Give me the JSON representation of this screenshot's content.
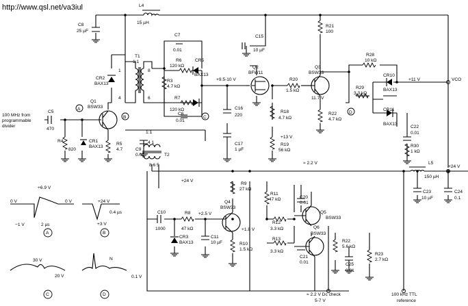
{
  "header": {
    "url": "http://www.qsl.net/va3iul"
  },
  "labels": {
    "L4": "L4",
    "L4_val": "15 µH",
    "C8": "C8",
    "C8_val": "25 µF",
    "C7": "C7",
    "C7_val": "0.01",
    "C15": "C15",
    "C15_val": "10 µF",
    "R21": "R21",
    "R21_val": "100",
    "T1": "T1",
    "T1_ratio": "1:1",
    "pin1": "1",
    "pin8": "8",
    "pin4": "4",
    "pin6": "6",
    "R6": "R6",
    "R6_val": "120 kΩ",
    "CR5": "CR5",
    "CR5_type": "BAX13",
    "R3": "R3",
    "R3_val": "4.7 kΩ",
    "R7": "R7",
    "R7_val": "120 kΩ",
    "C6": "C6",
    "C6_val": "0.01",
    "CR2": "CR2",
    "CR2_type": "BAX13",
    "v_9_10": "+9.5-10 V",
    "Q2": "Q2",
    "Q2_type": "BFW11",
    "R20": "R20",
    "R20_val": "1.5 kΩ",
    "Q3": "Q3",
    "Q3_type": "BSW33",
    "v_11_7": "11.7 V",
    "R28": "R28",
    "R28_val": "10 kΩ",
    "CR10": "CR10",
    "CR10_type": "BAX13",
    "R29": "R29",
    "R29_val": "3.3 kΩ",
    "v_11": "+11 V",
    "vco": "VCO",
    "CR11": "CR11",
    "CR11_type": "BAX13",
    "C22": "C22",
    "C22_val": "0.01",
    "R30": "R30",
    "R30_val": "1 kΩ",
    "R22": "R22",
    "R22_val": "4.7 kΩ",
    "C16": "C16",
    "C16_val": "220",
    "R18": "R18",
    "R18_val": "4.7 kΩ",
    "v_13": "+13 V",
    "C17": "C17",
    "C17_val": "1 µF",
    "R19": "R19",
    "R19_val": "56 kΩ",
    "input_1": "100 MHz from",
    "input_2": "programmable",
    "input_3": "divider",
    "C5": "C5",
    "C5_val": "470",
    "tp_A": "A",
    "tp_B": "B",
    "tp_C": "C",
    "tp_D": "D",
    "Q1": "Q1",
    "Q1_type": "BSW33",
    "R4": "R4",
    "R4_val": "820",
    "CR1": "CR1",
    "CR1_type": "BAX13",
    "R5": "R5",
    "R5_val": "4.7",
    "C9": "C9",
    "C9_val": "0.01",
    "T2_ratio": "1:1",
    "T2_pins_top": "4   1",
    "T2_pins_bot": "8  6  5",
    "T2": "T2",
    "v_2_2": "≈ 2.2 V",
    "v_24a": "+24 V",
    "v_24b": "+24 V",
    "L5": "L5",
    "L5_val": "150 µH",
    "C23": "C23",
    "C23_val": "10 µF",
    "C24": "C24",
    "C24_val": "0.1",
    "C10": "C10",
    "C10_val": "1000",
    "R8": "R8",
    "R8_val": "47 kΩ",
    "v_2_5": "+2.5 V",
    "CR3": "CR3",
    "CR3_type": "BAX13",
    "C11": "C11",
    "C11_val": "10 µF",
    "Q4": "Q4",
    "Q4_type": "BSW33",
    "v_1_8": "+1.8 V",
    "R10": "R10",
    "R10_val": "1.5 kΩ",
    "R9": "R9",
    "R9_val": "27 kΩ",
    "R11": "R11",
    "R11_val": "47 kΩ",
    "R12": "R12",
    "R12_val": "3.3 kΩ",
    "R13": "R13",
    "R13_val": "3.3 kΩ",
    "C20": "C20",
    "C20_val": "0.01",
    "Q5": "Q5",
    "Q5_type": "BSW33",
    "Q6": "Q6",
    "Q6_type": "BSW33",
    "C21": "C21",
    "C21_val": "0.01",
    "R22b": "R22",
    "R22b_val": "5.6 kΩ",
    "C25": "C25",
    "C25_val": "0.01",
    "R23": "R23",
    "R23_val": "2.7 kΩ",
    "dc_check_1": "≈ 2.2 V Dc check",
    "dc_check_2": "5-7 V",
    "ttl_ref_1": "100 kHz TTL",
    "ttl_ref_2": "reference"
  },
  "waves": {
    "A_peak": "+6.9 V",
    "A_left": "0 V",
    "A_right": "0 V",
    "A_neg": "−1 V",
    "A_width": "2 µs",
    "A_tag": "A",
    "B_top": "+24 V",
    "B_width": "0.4 µs",
    "B_low": "+3 V",
    "B_tag": "B",
    "C_amp": "30 V",
    "C_dv": "20 V",
    "C_tag": "C",
    "D_n": "N",
    "D_amp": "0.1 V",
    "D_tag": "D"
  }
}
